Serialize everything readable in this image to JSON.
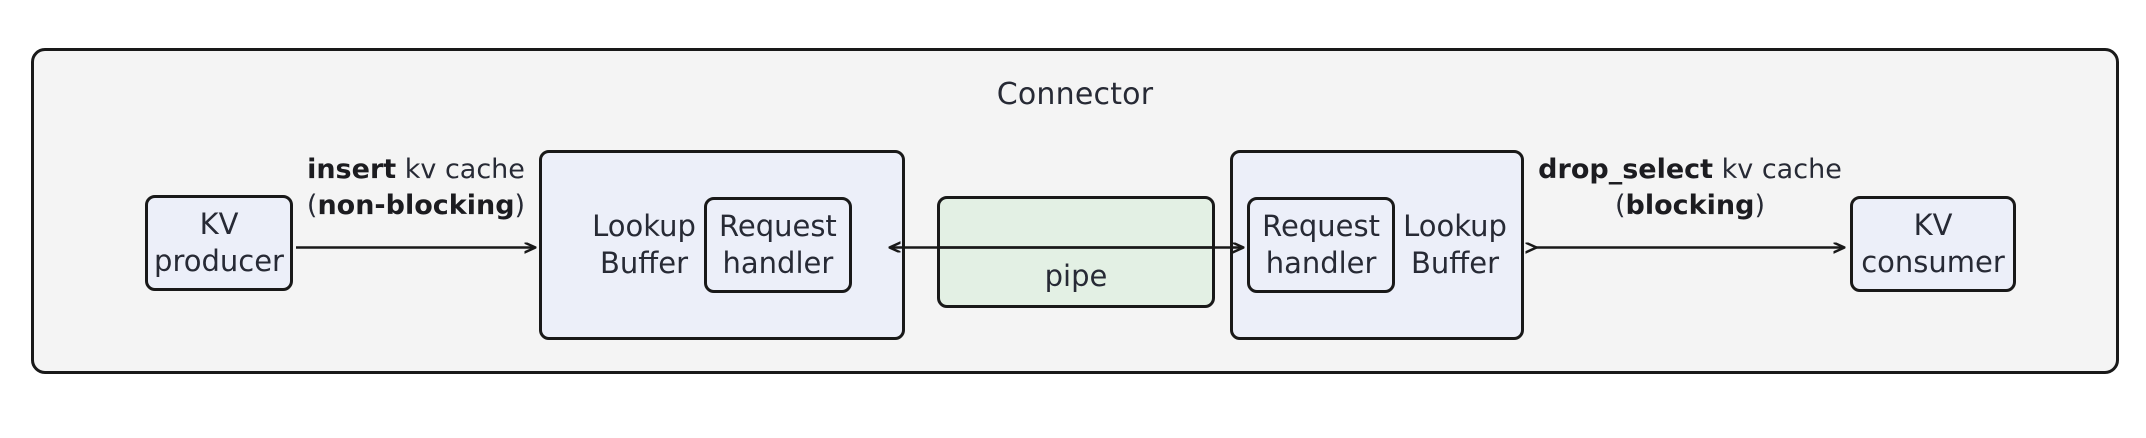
{
  "diagram": {
    "title": "Connector",
    "colors": {
      "container_fill": "#f4f4f4",
      "container_stroke": "#191919",
      "node_fill": "#eceff9",
      "pipe_fill": "#e3f0e4",
      "text": "#272a35"
    },
    "nodes": {
      "kv_producer": "KV\nproducer",
      "kv_consumer": "KV\nconsumer",
      "lookup_buffer_left": "Lookup\nBuffer",
      "lookup_buffer_right": "Lookup\nBuffer",
      "request_handler_left": "Request\nhandler",
      "request_handler_right": "Request\nhandler",
      "pipe": "pipe"
    },
    "edges": [
      {
        "id": "insert-edge",
        "from": "kv_producer",
        "to": "lookup_buffer_left",
        "direction": "right",
        "label_line1_bold": "insert",
        "label_line1_rest": " kv cache",
        "label_line2_prefix": "(",
        "label_line2_bold": "non-blocking",
        "label_line2_suffix": ")"
      },
      {
        "id": "pipe-edge-left",
        "from": "pipe",
        "to": "request_handler_left",
        "direction": "left",
        "label_line1_bold": "",
        "label_line1_rest": "",
        "label_line2_prefix": "",
        "label_line2_bold": "",
        "label_line2_suffix": ""
      },
      {
        "id": "pipe-edge-right",
        "from": "pipe",
        "to": "request_handler_right",
        "direction": "right",
        "label_line1_bold": "",
        "label_line1_rest": "",
        "label_line2_prefix": "",
        "label_line2_bold": "",
        "label_line2_suffix": ""
      },
      {
        "id": "drop-select-edge",
        "from": "lookup_buffer_right",
        "to": "kv_consumer",
        "direction": "both",
        "label_line1_bold": "drop_select",
        "label_line1_rest": " kv cache",
        "label_line2_prefix": "(",
        "label_line2_bold": "blocking",
        "label_line2_suffix": ")"
      }
    ]
  }
}
